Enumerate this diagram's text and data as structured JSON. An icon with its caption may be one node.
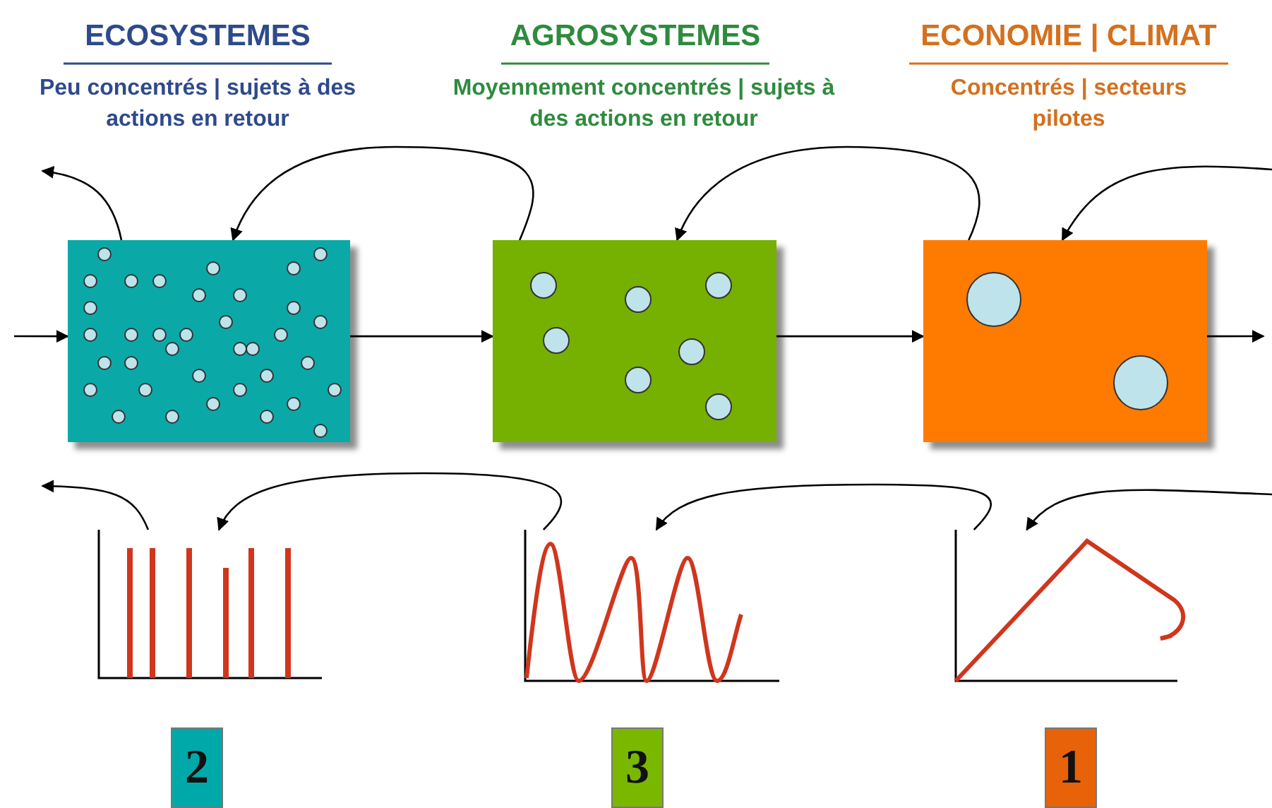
{
  "diagram": {
    "nodes": [
      {
        "text": [],
        "shape": "box"
      },
      {
        "text": [],
        "shape": "box"
      },
      {
        "text": [],
        "shape": "box"
      },
      {
        "text": [],
        "shape": "chart"
      },
      {
        "text": [],
        "shape": "chart"
      },
      {
        "text": [],
        "shape": "chart"
      },
      {
        "text": [
          "2"
        ]
      },
      {
        "text": [
          "3"
        ]
      },
      {
        "text": [
          "1"
        ]
      }
    ],
    "edges": [
      {
        "from": null,
        "to": 0,
        "arrow": "to"
      },
      {
        "from": 0,
        "to": 1,
        "arrow": "to"
      },
      {
        "from": 1,
        "to": 2,
        "arrow": "to"
      },
      {
        "from": 2,
        "to": null,
        "arrow": "to"
      },
      {
        "from": 0,
        "to": null,
        "arrow": "to"
      },
      {
        "from": 1,
        "to": 0,
        "arrow": "to"
      },
      {
        "from": 2,
        "to": 1,
        "arrow": "to"
      },
      {
        "from": null,
        "to": 2,
        "arrow": "to"
      },
      {
        "from": 3,
        "to": null,
        "arrow": "to"
      },
      {
        "from": 4,
        "to": 3,
        "arrow": "to"
      },
      {
        "from": 5,
        "to": 4,
        "arrow": "to"
      },
      {
        "from": null,
        "to": 5,
        "arrow": "to"
      }
    ],
    "labels": [
      "ECOSYSTEMES",
      "Peu concentrés | sujets à des actions en retour",
      "AGROSYSTEMES",
      "Moyennement concentrés | sujets à des actions en retour",
      "ECONOMIE | CLIMAT",
      "Concentrés | secteurs pilotes"
    ]
  }
}
